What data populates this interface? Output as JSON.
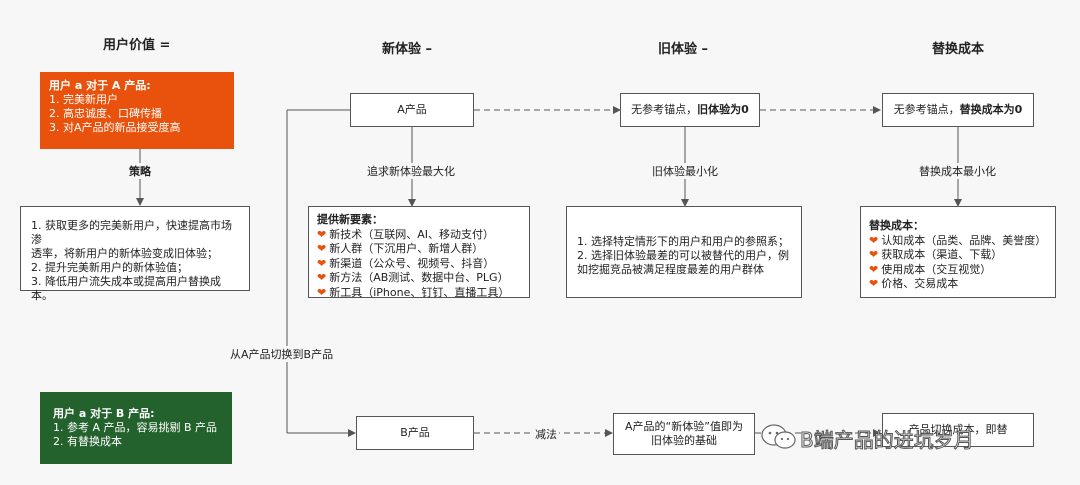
{
  "headers": {
    "user_value": "用户价值 =",
    "new_exp": "新体验 –",
    "old_exp": "旧体验 –",
    "switch_cost": "替换成本"
  },
  "orange_box": {
    "title": "用户 a 对于 A 产品:",
    "lines": [
      "1. 完美新用户",
      "2. 高忠诚度、口碑传播",
      "3. 对A产品的新品接受度高"
    ]
  },
  "strategy_label": "策略",
  "strategy_box": {
    "lines": [
      "1. 获取更多的完美新用户，快速提高市场渗",
      "透率，将新用户的新体验变成旧体验；",
      "2. 提升完美新用户的新体验值；",
      "3. 降低用户流失成本或提高用户替换成本。"
    ]
  },
  "switch_label": "从A产品切换到B产品",
  "green_box": {
    "title": "用户 a 对于 B 产品:",
    "lines": [
      "1. 参考 A 产品，容易挑剔 B 产品",
      "2. 有替换成本"
    ]
  },
  "a_product": "A产品",
  "b_product": "B产品",
  "maximize_label": "追求新体验最大化",
  "elements_box": {
    "title": "提供新要素：",
    "items": [
      "新技术（互联网、AI、移动支付）",
      "新人群（下沉用户、新增人群）",
      "新渠道（公众号、视频号、抖音）",
      "新方法（AB测试、数据中台、PLG）",
      "新工具（iPhone、钉钉、直播工具）"
    ]
  },
  "no_anchor_old": {
    "normal": "无参考锚点，",
    "bold": "旧体验为0"
  },
  "minimize_old_label": "旧体验最小化",
  "old_box": {
    "lines": [
      "1. 选择特定情形下的用户和用户的参照系；",
      "2. 选择旧体验最差的可以被替代的用户，例",
      "如挖掘竞品被满足程度最差的用户群体"
    ]
  },
  "no_anchor_cost": {
    "normal": "无参考锚点，",
    "bold": "替换成本为0"
  },
  "minimize_cost_label": "替换成本最小化",
  "cost_box": {
    "title": "替换成本：",
    "items": [
      "认知成本（品类、品牌、美誉度）",
      "获取成本（渠道、下载）",
      "使用成本（交互视觉）",
      "价格、交易成本"
    ]
  },
  "subtract_label": "减法",
  "b_new_exp": {
    "line1": "A产品的“新体验”值即为",
    "line2": "旧体验的基础"
  },
  "b_right_box": "产品切换成本，即替",
  "watermark": "B端产品的进坑岁月",
  "colors": {
    "orange": "#e8520c",
    "green": "#23612d",
    "heart": "#e8520c"
  },
  "icons": [
    "heart-icon",
    "wechat-icon"
  ]
}
